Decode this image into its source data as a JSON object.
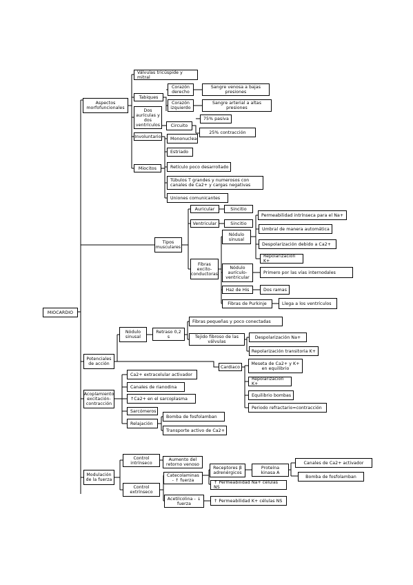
{
  "root": "MIOCARDIO",
  "aspectos": {
    "title": "Aspectos morfofuncionales",
    "valvulas": "Válvulas tricúspide y mitral",
    "tabiques": "Tabiques",
    "corazon_derecho": "Corazón derecho",
    "sangre_venosa": "Sangre venosa a bajas presiones",
    "corazon_izquierdo": "Corazón izquierdo",
    "sangre_arterial": "Sangre arterial a altas presiones",
    "dos_auriculas": "Dos aurículas y dos ventrículos",
    "circuito": "Circuito",
    "pasiva": "75% pasiva",
    "contraccion": "25% contracción",
    "involuntario": "Involuntario",
    "mononucleados": "Mononucleados",
    "miocitos": "Miocitos",
    "estriado": "Estriado",
    "reticulo": "Retículo poco desarrollado",
    "tubulos": "Túbulos T grandes y numerosos con canales de Ca2+ y cargas negativas",
    "uniones": "Uniones comunicantes"
  },
  "tipos": {
    "title": "Tipos musculares",
    "auricular": "Auricular",
    "sincitio_a": "Sincitio",
    "ventricular": "Ventricular",
    "sincitio_v": "Sincitio",
    "fibras_excito": "Fibras excito-conductoras",
    "nodulo_sinusal": "Nódulo sinusal",
    "permeabilidad_na": "Permeabilidad intrínseca para el Na+",
    "umbral": "Umbral de manera automática",
    "despol_ca": "Despolarización debido a Ca2+",
    "repol_k": "Repolarización K+",
    "nodulo_av": "Nódulo aurículo-ventricular",
    "primero_vias": "Primero por las vías internodales",
    "haz_his": "Haz de His",
    "dos_ramas": "Dos ramas",
    "fibras_purkinje": "Fibras de Purkinje",
    "llegan": "Llega a los ventrículos"
  },
  "potenciales": {
    "title": "Potenciales de acción",
    "nodulo_sinusal": "Nódulo sinusal",
    "retraso": "Retraso 0,2 s",
    "fibras_pequenas": "Fibras pequeñas y poco conectadas",
    "tejido_fibroso": "Tejido fibroso de las válvulas",
    "cardiaco": "Cardiaco",
    "despol_na": "Despolarización Na+",
    "repol_transitoria": "Repolarización transitoria K+",
    "meseta": "Meseta de Ca2+ y K+ en equilibrio",
    "repol_k": "Repolarización K+",
    "equilibrio_bombas": "Equilibrio bombas",
    "periodo_refractario": "Periodo refractario=contracción"
  },
  "acoplamiento": {
    "title": "Acoplamiento excitación-contracción",
    "ca_extracelular": "Ca2+ extracelular activador",
    "canales_rianodina": "Canales de rianodina",
    "ca_sarcoplasma": "↑Ca2+ en el sarcoplasma",
    "sarcomeros": "Sarcómeros",
    "relajacion": "Relajación",
    "bomba_fosfolamban": "Bomba de fosfolamban",
    "transporte_ca": "Transporte activo de Ca2+"
  },
  "modulacion": {
    "title": "Modulación de la fuerza",
    "control_intrinseco": "Control intrínseco",
    "aumento_retorno": "Aumento del retorno venoso",
    "control_extrinseco": "Control extrínseco",
    "catecolaminas": "Catecolaminas - ↑ fuerza",
    "receptores": "Receptores β adrenérgicos",
    "proteina_quinasa": "Proteína kinasa A",
    "canales_ca": "Canales de Ca2+ activador",
    "bomba_fosfolamban": "Bomba de fosfolamban",
    "perm_na": "↑ Permeabilidad Na+ células NS",
    "acetilcolina": "Acetilcolina - ↓ fuerza",
    "perm_k": "↑ Permeabilidad K+ células NS"
  }
}
